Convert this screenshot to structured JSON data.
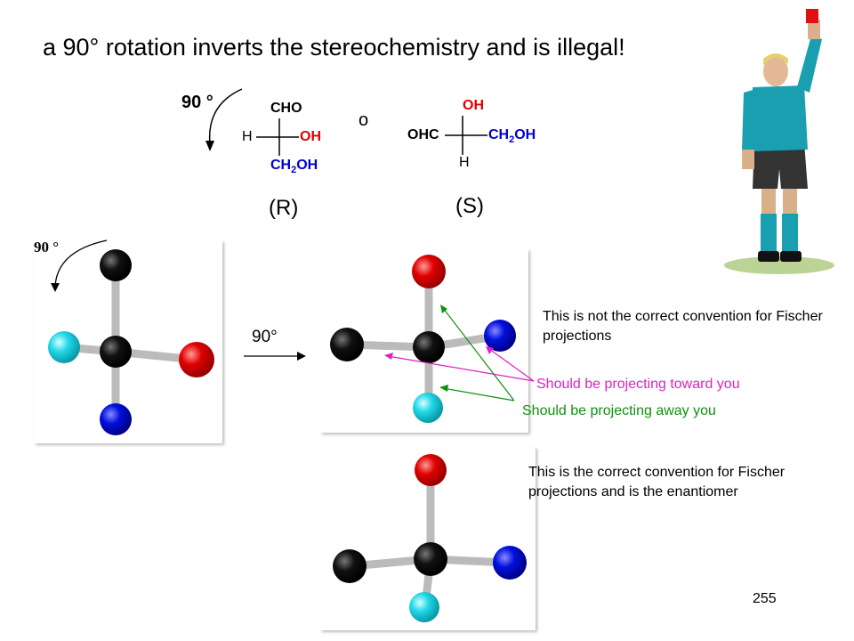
{
  "title": "a 90° rotation inverts the stereochemistry and is illegal!",
  "fischer_left": {
    "rotation_label": "90 °",
    "top": "CHO",
    "left": "H",
    "right": "OH",
    "bottom_prefix": "CH",
    "bottom_sub": "2",
    "bottom_suffix": "OH",
    "config": "(R)"
  },
  "degree_symbol": "o",
  "fischer_right": {
    "top": "OH",
    "left": "OHC",
    "right_prefix": "CH",
    "right_sub": "2",
    "right_suffix": "OH",
    "bottom": "H",
    "config": "(S)"
  },
  "model_rotation_label": "90 °",
  "arrow_label": "90°",
  "note_incorrect": "This is not the correct convention for Fischer  projections",
  "note_toward": "Should be projecting toward you",
  "note_away": "Should be projecting away you",
  "note_correct": "This is the correct convention for Fischer  projections and is the enantiomer",
  "page_number": "255",
  "colors": {
    "carbon": "#000000",
    "oxygen": "#e00000",
    "nitrogen": "#0000cc",
    "cyan": "#22d8e8",
    "toward_pointer": "#e020c8",
    "away_pointer": "#109010"
  }
}
